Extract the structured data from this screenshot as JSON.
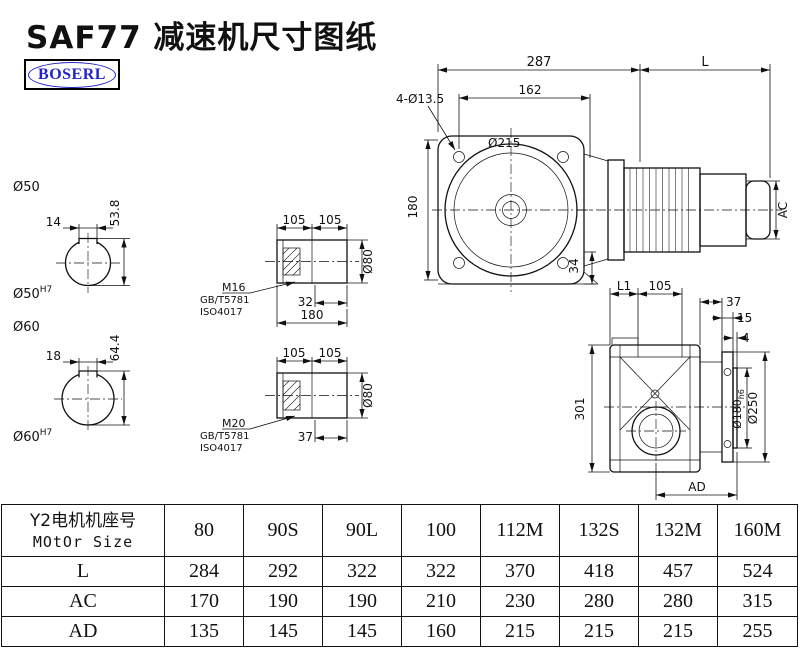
{
  "page": {
    "title": "SAF77 减速机尺寸图纸",
    "brand": "BOSERL"
  },
  "shaft_section_50": {
    "bore_label": "Ø50",
    "key_width": "14",
    "key_height": "53.8",
    "bore_fit_main": "Ø50",
    "bore_fit_sup": "H7"
  },
  "shaft_section_60": {
    "bore_label": "Ø60",
    "key_width": "18",
    "key_height": "64.4",
    "bore_fit_main": "Ø60",
    "bore_fit_sup": "H7"
  },
  "shaft_detail_m16": {
    "seg1": "105",
    "seg2": "105",
    "thread": "M16",
    "std1": "GB/T5781",
    "std2": "ISO4017",
    "thread_len": "32",
    "total_len": "180",
    "diameter": "Ø80"
  },
  "shaft_detail_m20": {
    "seg1": "105",
    "seg2": "105",
    "thread": "M20",
    "std1": "GB/T5781",
    "std2": "ISO4017",
    "thread_len": "37",
    "diameter": "Ø80"
  },
  "front_view": {
    "width_287": "287",
    "length_L": "L",
    "holes": "4-Ø13.5",
    "width_162": "162",
    "flange_dia": "Ø215",
    "height_180": "180",
    "dim_34": "34",
    "motor_dia": "AC"
  },
  "side_view": {
    "dim_L1": "L1",
    "dim_105": "105",
    "dim_37": "37",
    "dim_15": "15",
    "dim_4": "4",
    "height_301": "301",
    "spigot_main": "Ø180",
    "spigot_sub": "h6",
    "flange_dia": "Ø250",
    "dim_AD": "AD"
  },
  "table": {
    "header_cn": "Y2电机机座号",
    "header_en": "MOtOr Size",
    "frame_sizes": [
      "80",
      "90S",
      "90L",
      "100",
      "112M",
      "132S",
      "132M",
      "160M"
    ],
    "rows": [
      {
        "label": "L",
        "values": [
          "284",
          "292",
          "322",
          "322",
          "370",
          "418",
          "457",
          "524"
        ]
      },
      {
        "label": "AC",
        "values": [
          "170",
          "190",
          "190",
          "210",
          "230",
          "280",
          "280",
          "315"
        ]
      },
      {
        "label": "AD",
        "values": [
          "135",
          "145",
          "145",
          "160",
          "215",
          "215",
          "215",
          "255"
        ]
      }
    ]
  }
}
